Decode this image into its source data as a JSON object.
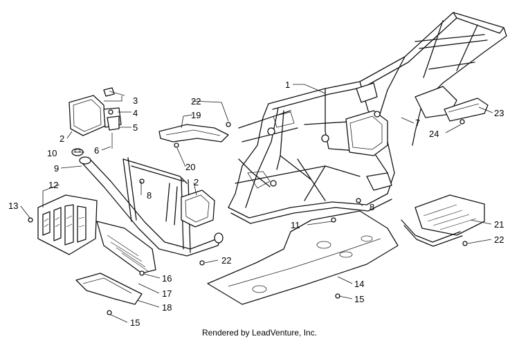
{
  "callouts": {
    "c1": "1",
    "c2a": "2",
    "c2b": "2",
    "c3": "3",
    "c4": "4",
    "c5": "5",
    "c6": "6",
    "c7": "7",
    "c8a": "8",
    "c8b": "8",
    "c9": "9",
    "c10": "10",
    "c11": "11",
    "c12": "12",
    "c13": "13",
    "c14": "14",
    "c15a": "15",
    "c15b": "15",
    "c16": "16",
    "c17": "17",
    "c18": "18",
    "c19": "19",
    "c20": "20",
    "c21": "21",
    "c22a": "22",
    "c22b": "22",
    "c22c": "22",
    "c23": "23",
    "c24": "24"
  },
  "footer": "Rendered by LeadVenture, Inc."
}
